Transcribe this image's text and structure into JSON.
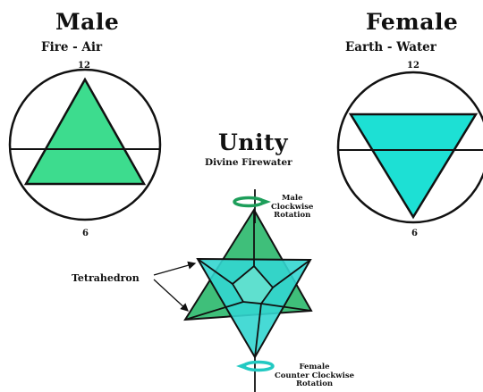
{
  "male": {
    "title": "Male",
    "subtitle": "Fire - Air",
    "top_number": "12",
    "bottom_number": "6",
    "triangle_color": "#3ddc8e"
  },
  "female": {
    "title": "Female",
    "subtitle": "Earth - Water",
    "top_number": "12",
    "bottom_number": "6",
    "triangle_color": "#1de0d4"
  },
  "unity": {
    "title": "Unity",
    "subtitle": "Divine Firewater",
    "label_tetrahedron": "Tetrahedron",
    "male_rotation": [
      "Male",
      "Clockwise",
      "Rotation"
    ],
    "female_rotation": [
      "Female",
      "Counter Clockwise",
      "Rotation"
    ],
    "upper_color": "#3fbf7a",
    "lower_color": "#33d6d0",
    "male_arrow_color": "#1d9e5a",
    "female_arrow_color": "#22c9c2"
  }
}
